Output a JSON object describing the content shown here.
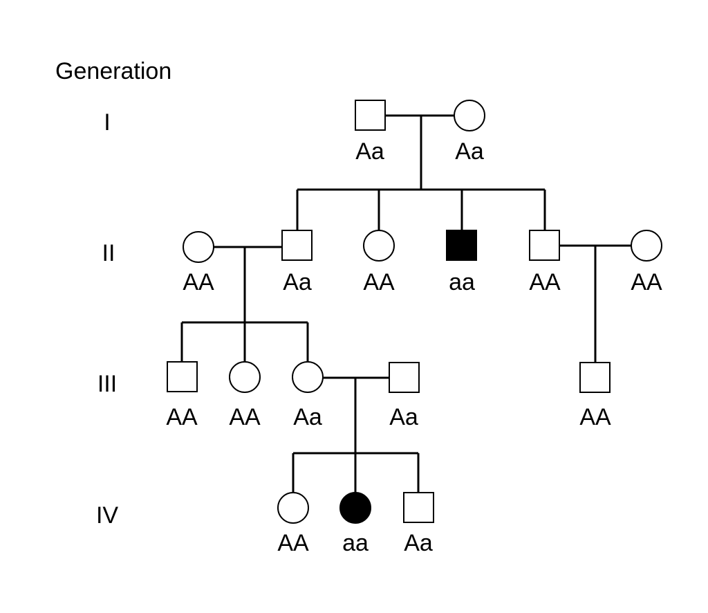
{
  "generation_title": "Generation",
  "generations": [
    "I",
    "II",
    "III",
    "IV"
  ],
  "colors": {
    "affected": "#000000",
    "unaffected": "#ffffff",
    "stroke": "#000000"
  },
  "individuals": [
    {
      "id": "I-1",
      "sex": "male",
      "affected": false,
      "genotype": "Aa"
    },
    {
      "id": "I-2",
      "sex": "female",
      "affected": false,
      "genotype": "Aa"
    },
    {
      "id": "II-1",
      "sex": "female",
      "affected": false,
      "genotype": "AA"
    },
    {
      "id": "II-2",
      "sex": "male",
      "affected": false,
      "genotype": "Aa"
    },
    {
      "id": "II-3",
      "sex": "female",
      "affected": false,
      "genotype": "AA"
    },
    {
      "id": "II-4",
      "sex": "male",
      "affected": true,
      "genotype": "aa"
    },
    {
      "id": "II-5",
      "sex": "male",
      "affected": false,
      "genotype": "AA"
    },
    {
      "id": "II-6",
      "sex": "female",
      "affected": false,
      "genotype": "AA"
    },
    {
      "id": "III-1",
      "sex": "male",
      "affected": false,
      "genotype": "AA"
    },
    {
      "id": "III-2",
      "sex": "female",
      "affected": false,
      "genotype": "AA"
    },
    {
      "id": "III-3",
      "sex": "female",
      "affected": false,
      "genotype": "Aa"
    },
    {
      "id": "III-4",
      "sex": "male",
      "affected": false,
      "genotype": "Aa"
    },
    {
      "id": "III-5",
      "sex": "male",
      "affected": false,
      "genotype": "AA"
    },
    {
      "id": "IV-1",
      "sex": "female",
      "affected": false,
      "genotype": "AA"
    },
    {
      "id": "IV-2",
      "sex": "female",
      "affected": true,
      "genotype": "aa"
    },
    {
      "id": "IV-3",
      "sex": "male",
      "affected": false,
      "genotype": "Aa"
    }
  ],
  "matings": [
    {
      "partners": [
        "I-1",
        "I-2"
      ],
      "children": [
        "II-2",
        "II-3",
        "II-4",
        "II-5"
      ]
    },
    {
      "partners": [
        "II-1",
        "II-2"
      ],
      "children": [
        "III-1",
        "III-2",
        "III-3"
      ]
    },
    {
      "partners": [
        "II-5",
        "II-6"
      ],
      "children": [
        "III-5"
      ]
    },
    {
      "partners": [
        "III-3",
        "III-4"
      ],
      "children": [
        "IV-1",
        "IV-2",
        "IV-3"
      ]
    }
  ]
}
